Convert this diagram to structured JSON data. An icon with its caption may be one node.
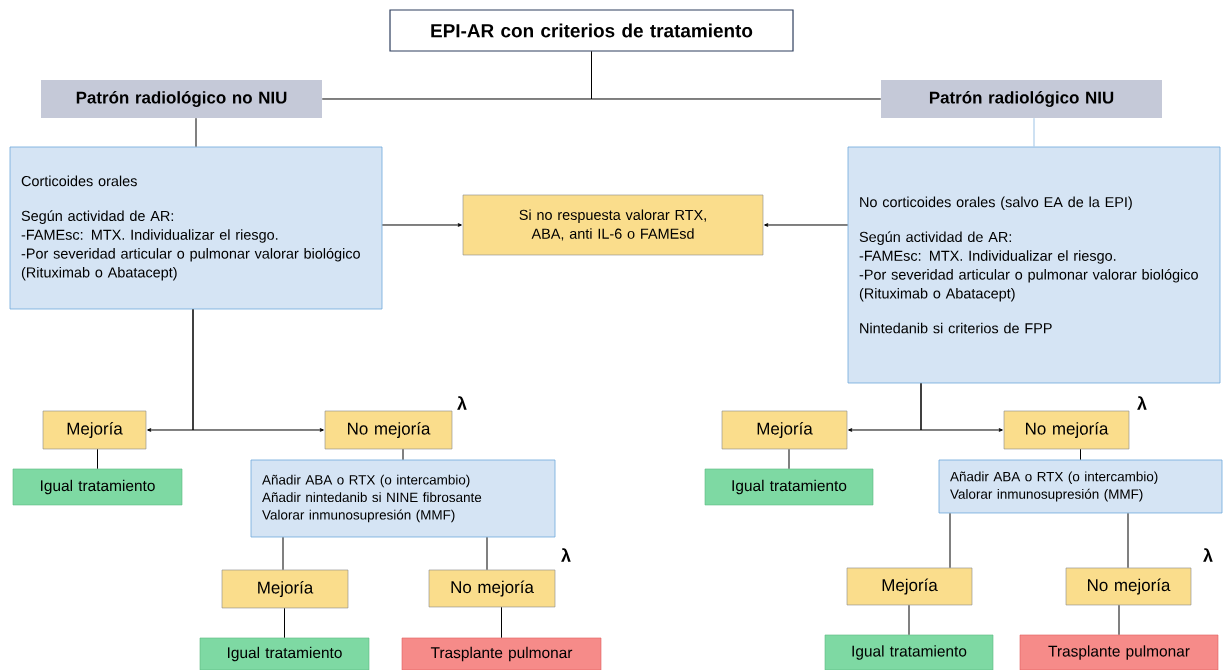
{
  "diagram": {
    "nodes": [
      {
        "text": [
          "EPI-AR con criterios de tratamiento"
        ]
      },
      {
        "text": [
          "Patrón radiológico no NIU"
        ]
      },
      {
        "text": [
          "Patrón radiológico  NIU"
        ]
      },
      {
        "text": [
          "Corticoides orales",
          "Según actividad de AR:",
          "-FAMEsc: MTX. Individualizar el riesgo.",
          "-Por severidad articular o pulmonar valorar biológico (Rituximab o Abatacept)"
        ]
      },
      {
        "text": [
          "Si no respuesta valorar RTX, ABA, anti IL-6 o FAMEsd"
        ]
      },
      {
        "text": [
          "No corticoides orales (salvo EA de la EPI)",
          "Según actividad de AR:",
          "-FAMEsc: MTX. Individualizar el riesgo.",
          "-Por severidad articular o pulmonar valorar biológico (Rituximab o Abatacept)",
          "Nintedanib si criterios de FPP"
        ]
      },
      {
        "text": [
          "Mejoría"
        ]
      },
      {
        "text": [
          "No mejoría"
        ],
        "beside": [
          "λ"
        ]
      },
      {
        "text": [
          "Igual tratamiento"
        ]
      },
      {
        "text": [
          "Añadir ABA o RTX (o intercambio)",
          "Añadir nintedanib si NINE fibrosante",
          "Valorar inmunosupresión (MMF)"
        ]
      },
      {
        "text": [
          "Mejoría"
        ]
      },
      {
        "text": [
          "No mejoría"
        ],
        "beside": [
          "λ"
        ]
      },
      {
        "text": [
          "Igual tratamiento"
        ]
      },
      {
        "text": [
          "Trasplante pulmonar"
        ]
      },
      {
        "text": [
          "Mejoría"
        ]
      },
      {
        "text": [
          "No mejoría"
        ],
        "beside": [
          "λ"
        ]
      },
      {
        "text": [
          "Igual tratamiento"
        ]
      },
      {
        "text": [
          "Añadir ABA o RTX (o intercambio)",
          "Valorar inmunosupresión (MMF)"
        ]
      },
      {
        "text": [
          "Mejoría"
        ]
      },
      {
        "text": [
          "No mejoría"
        ],
        "beside": [
          "λ"
        ]
      },
      {
        "text": [
          "Igual tratamiento"
        ]
      },
      {
        "text": [
          "Trasplante pulmonar"
        ]
      }
    ],
    "edges": [
      {
        "from": 0,
        "to": 1,
        "arrow": "none"
      },
      {
        "from": 0,
        "to": 2,
        "arrow": "none"
      },
      {
        "from": 1,
        "to": 3,
        "arrow": "none"
      },
      {
        "from": 2,
        "to": 5,
        "arrow": "none",
        "color": "#9dc3e6"
      },
      {
        "from": 3,
        "to": 4,
        "arrow": "to"
      },
      {
        "from": 5,
        "to": 4,
        "arrow": "to"
      },
      {
        "from": 3,
        "to": 6,
        "arrow": "to"
      },
      {
        "from": 3,
        "to": 7,
        "arrow": "to"
      },
      {
        "from": 6,
        "to": 8,
        "arrow": "none"
      },
      {
        "from": 7,
        "to": 9,
        "arrow": "none"
      },
      {
        "from": 9,
        "to": 10,
        "arrow": "none"
      },
      {
        "from": 9,
        "to": 11,
        "arrow": "none"
      },
      {
        "from": 10,
        "to": 12,
        "arrow": "none"
      },
      {
        "from": 11,
        "to": 13,
        "arrow": "none"
      },
      {
        "from": 5,
        "to": 14,
        "arrow": "to"
      },
      {
        "from": 5,
        "to": 15,
        "arrow": "to"
      },
      {
        "from": 14,
        "to": 16,
        "arrow": "none"
      },
      {
        "from": 15,
        "to": 17,
        "arrow": "none"
      },
      {
        "from": 17,
        "to": 18,
        "arrow": "none"
      },
      {
        "from": 17,
        "to": 19,
        "arrow": "none"
      },
      {
        "from": 18,
        "to": 20,
        "arrow": "none"
      },
      {
        "from": 19,
        "to": 21,
        "arrow": "none"
      }
    ]
  }
}
